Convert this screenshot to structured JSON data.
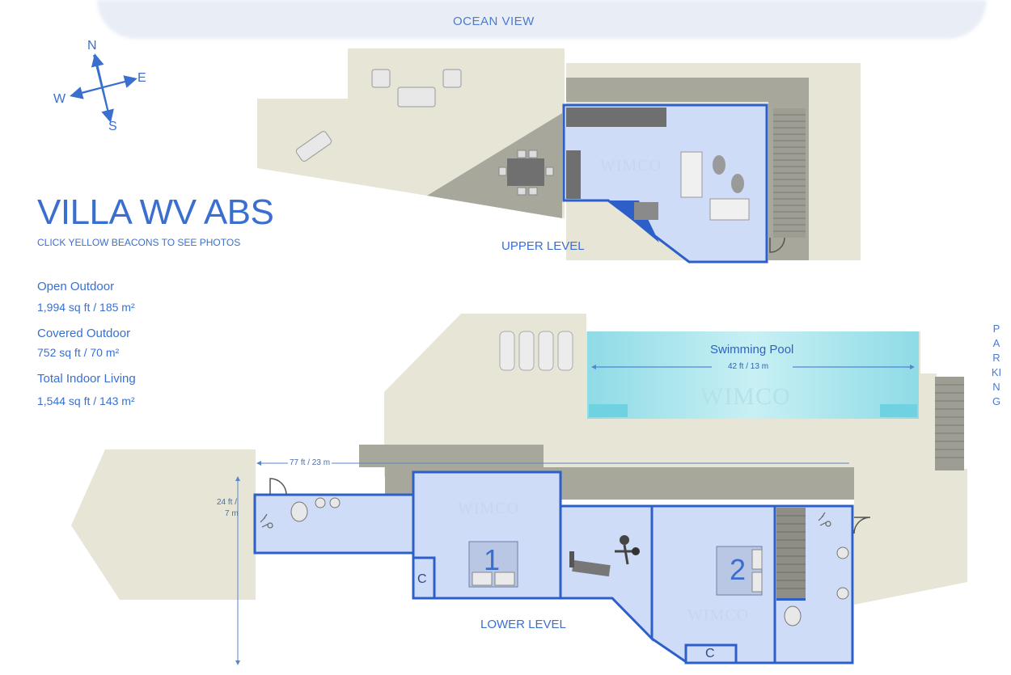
{
  "header": {
    "ocean_label": "OCEAN VIEW"
  },
  "compass": {
    "n": "N",
    "e": "E",
    "s": "S",
    "w": "W"
  },
  "villa": {
    "title": "VILLA WV ABS",
    "subtitle": "CLICK YELLOW BEACONS TO SEE PHOTOS"
  },
  "stats": [
    {
      "label": "Open Outdoor",
      "value": "1,994 sq ft / 185 m²"
    },
    {
      "label": "Covered Outdoor",
      "value": "752 sq ft / 70 m²"
    },
    {
      "label": "Total Indoor Living",
      "value": "1,544 sq ft / 143 m²"
    }
  ],
  "levels": {
    "upper": "UPPER LEVEL",
    "lower": "LOWER LEVEL"
  },
  "pool": {
    "title": "Swimming Pool",
    "dimension": "42 ft / 13 m"
  },
  "dimensions": {
    "width": "77 ft / 23 m",
    "depth_line1": "24 ft /",
    "depth_line2": "7 m"
  },
  "parking": "PARKING",
  "watermark": "WIMCO",
  "rooms": {
    "bedroom1": "1",
    "bedroom2": "2",
    "closet": "C"
  },
  "colors": {
    "terrace": "#e6e5d6",
    "covered": "#a8a79c",
    "interior": "#cfdcf7",
    "wall": "#2d5fc8",
    "pool": "#9fe3ea",
    "text": "#3a6fd0"
  }
}
